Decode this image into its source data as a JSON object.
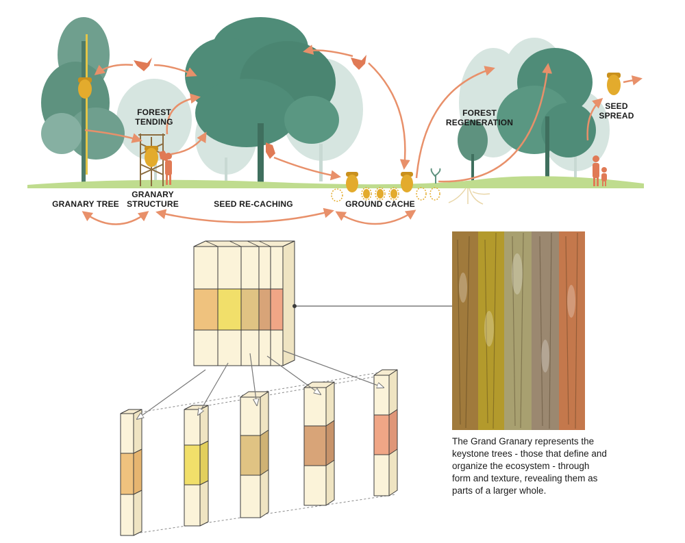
{
  "labels": {
    "forest_tending": [
      "FOREST",
      "TENDING"
    ],
    "forest_regeneration": [
      "FOREST",
      "REGENERATION"
    ],
    "seed_spread": [
      "SEED",
      "SPREAD"
    ],
    "granary_tree": "GRANARY TREE",
    "granary_structure": [
      "GRANARY",
      "STRUCTURE"
    ],
    "seed_recaching": "SEED RE-CACHING",
    "ground_cache": "GROUND CACHE"
  },
  "caption": "The Grand Granary represents the keystone trees - those that define and organize the ecosystem - through form and texture, revealing them as parts of a larger whole.",
  "colors": {
    "arrow": "#e8906a",
    "tree_dark": "#4f8c78",
    "tree_light": "#a9c7be",
    "tree_faint": "#cfe0da",
    "grass": "#b9d98a",
    "acorn": "#e3ab2d",
    "figure": "#e07a55",
    "block_pale": "#fbf3d9",
    "band_colors": [
      "#efc27e",
      "#f1df6a",
      "#e0c383",
      "#d8a478",
      "#f0a686"
    ],
    "bark_colors": [
      "#a07a3c",
      "#b39a2c",
      "#a8a070",
      "#9b8870",
      "#c4784c"
    ]
  }
}
